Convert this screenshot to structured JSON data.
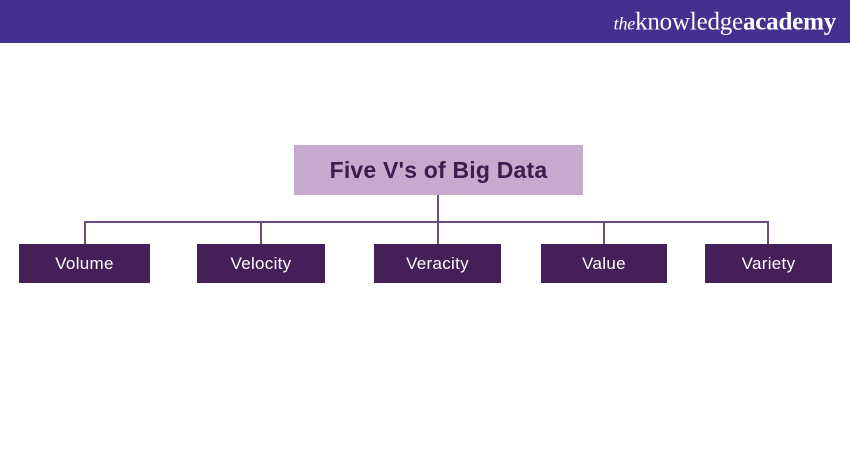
{
  "header": {
    "background_color": "#43308f",
    "logo": {
      "full_text": "theknowledgeacademy",
      "part_the": "the",
      "part_knowledge": "knowledge",
      "part_academy": "academy"
    }
  },
  "diagram": {
    "type": "hierarchy",
    "root": {
      "label": "Five V's of Big Data",
      "background_color": "#c5aace",
      "text_color": "#3d1b4e"
    },
    "connector_color": "#6e4a80",
    "leaf_background_color": "#452058",
    "leaf_text_color": "#ffffff",
    "leaves": [
      {
        "label": "Volume"
      },
      {
        "label": "Velocity"
      },
      {
        "label": "Veracity"
      },
      {
        "label": "Value"
      },
      {
        "label": "Variety"
      }
    ]
  }
}
